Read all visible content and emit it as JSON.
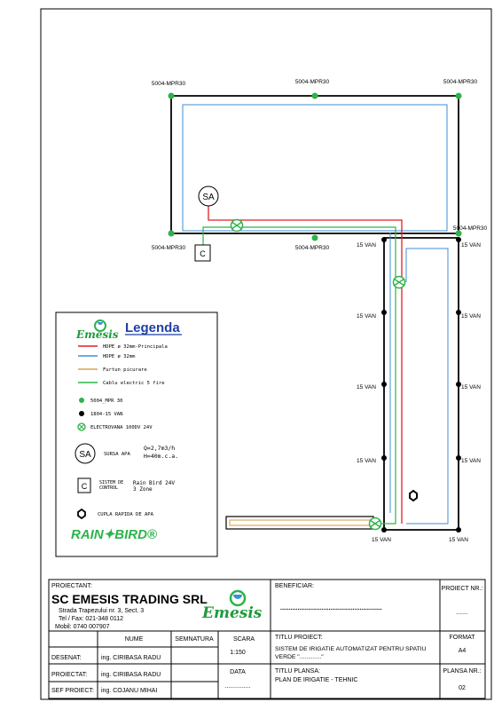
{
  "plan": {
    "sprinkler_labels": {
      "top_left": "5004-MPR30",
      "top_mid": "5004-MPR30",
      "top_right": "5004-MPR30",
      "bottom_left": "5004-MPR30",
      "bottom_mid": "5004-MPR30",
      "right_mid": "5004-MPR30"
    },
    "van_label": "15 VAN",
    "sa_symbol": "SA",
    "controller_symbol": "C"
  },
  "legend": {
    "title": "Legenda",
    "brand": "Emesis",
    "items": {
      "pipe_main": "HDPE ø 32mm-Principala",
      "pipe_secondary": "HDPE ø 32mm",
      "drip_hose": "Furtun picurare",
      "cable": "Cablu electric 5 fire",
      "sprinkler_mpr": "5004_MPR 30",
      "sprinkler_van": "1804-15 VAN",
      "valve": "ELECTROVANA 100DV 24V",
      "water_source": "SURSA APA",
      "water_q": "Q=2,7m3/h",
      "water_h": "H=40m.c.a.",
      "controller_label_1": "SISTEM DE",
      "controller_label_2": "CONTROL",
      "controller_value_1": "Rain Bird 24V",
      "controller_value_2": "3 Zone",
      "quick_coupler": "CUPLA RAPIDA DE APA"
    },
    "logo": "RAIN✦BIRD®",
    "colors": {
      "main": "#e31e24",
      "secondary": "#3c8fd8",
      "drip": "#d9a64a",
      "cable": "#2db34a"
    }
  },
  "title_block": {
    "proiectant_label": "PROIECTANT:",
    "company": "SC EMESIS TRADING SRL",
    "address": "Strada Trapezului nr. 3, Sect. 3",
    "phone": "Tel / Fax: 021-348 0112",
    "mobile": "Mobil: 0740 007907",
    "brand": "Emesis",
    "beneficiar_label": "BENEFICIAR:",
    "beneficiar_value": "...........................................................",
    "proiect_nr_label": "PROIECT NR.:",
    "proiect_nr_value": ".......",
    "nume_header": "NUME",
    "semnatura_header": "SEMNATURA",
    "scara_header": "SCARA",
    "scara_value": "1:150",
    "titlu_proiect_label": "TITLU PROIECT:",
    "titlu_proiect_value_1": "SISTEM DE IRIGATIE AUTOMATIZAT PENTRU SPATIU",
    "titlu_proiect_value_2": "VERDE \".............\"",
    "format_label": "FORMAT",
    "format_value": "A4",
    "desenat_label": "DESENAT:",
    "desenat_name": "ing. CIRIBASA RADU",
    "proiectat_label": "PROIECTAT:",
    "proiectat_name": "ing. CIRIBASA RADU",
    "sef_label": "SEF PROIECT:",
    "sef_name": "ing. COJANU MIHAI",
    "data_label": "DATA",
    "data_value": "...............",
    "titlu_plansa_label": "TITLU PLANSA:",
    "titlu_plansa_value": "PLAN DE IRIGATIE  - TEHNIC",
    "plansa_nr_label": "PLANSA NR.:",
    "plansa_nr_value": "02"
  }
}
